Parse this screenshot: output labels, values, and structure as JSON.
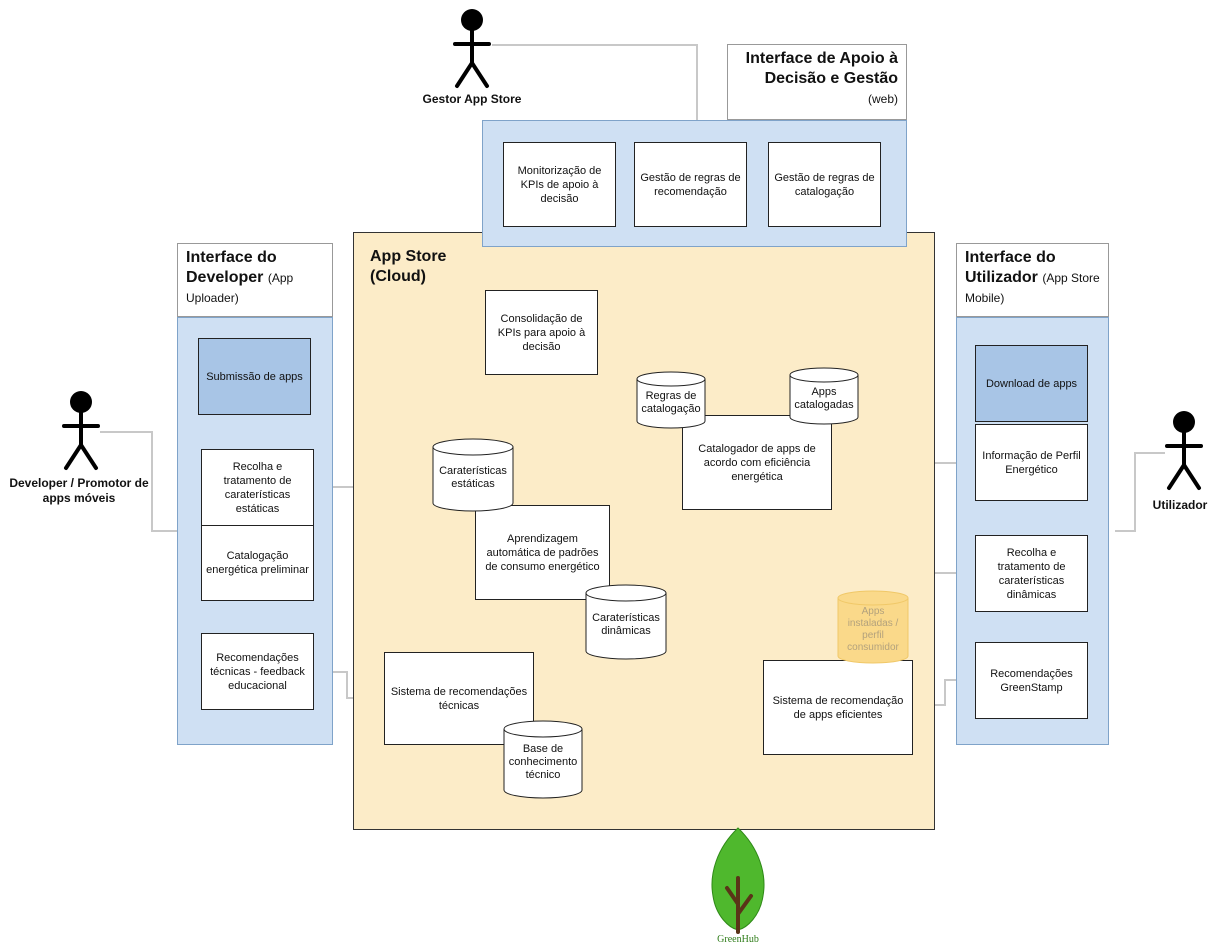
{
  "actors": {
    "gestor": "Gestor App Store",
    "developer": "Developer / Promotor de apps móveis",
    "utilizador": "Utilizador"
  },
  "headers": {
    "apoio": {
      "title": "Interface de Apoio à Decisão e Gestão",
      "note": "(web)"
    },
    "developer": {
      "title": "Interface do Developer",
      "note": "(App Uploader)"
    },
    "utilizador": {
      "title": "Interface do Utilizador",
      "note": "(App Store Mobile)"
    },
    "cloud": {
      "title": "App Store (Cloud)"
    }
  },
  "boxes": {
    "monitorizacao": "Monitorização de KPIs de apoio à decisão",
    "gestao_recomendacao": "Gestão de regras de recomendação",
    "gestao_catalogacao": "Gestão de regras de catalogação",
    "consolidacao": "Consolidação de KPIs para apoio à decisão",
    "submissao": "Submissão de apps",
    "recolha_estaticas": "Recolha e tratamento de caraterísticas estáticas",
    "catalogacao_preliminar": "Catalogação energética preliminar",
    "recomendacoes_tecnicas": "Recomendações técnicas - feedback educacional",
    "catalogador": "Catalogador de apps de acordo com eficiência energética",
    "aprendizagem": "Aprendizagem automática de padrões de consumo energético",
    "sistema_tecnicas": "Sistema de recomendações técnicas",
    "sistema_eficientes": "Sistema de recomendação de apps eficientes",
    "download": "Download de apps",
    "perfil": "Informação de Perfil Energético",
    "recolha_dinamicas": "Recolha e tratamento de caraterísticas dinâmicas",
    "greenstamp": "Recomendações GreenStamp"
  },
  "databases": {
    "regras": "Regras de catalogação",
    "apps_catalogadas": "Apps catalogadas",
    "estaticas": "Caraterísticas estáticas",
    "dinamicas": "Caraterísticas dinâmicas",
    "base_conhecimento": "Base de conhecimento técnico",
    "apps_instaladas": "Apps instaladas / perfil consumidor"
  },
  "logo": {
    "text": "GreenHub"
  },
  "colors": {
    "panel_blue": "#cfe0f3",
    "panel_dark_blue": "#a8c5e6",
    "cloud": "#fcecc8",
    "connector": "#c8c8c8",
    "faded_db": "#fad98a"
  }
}
